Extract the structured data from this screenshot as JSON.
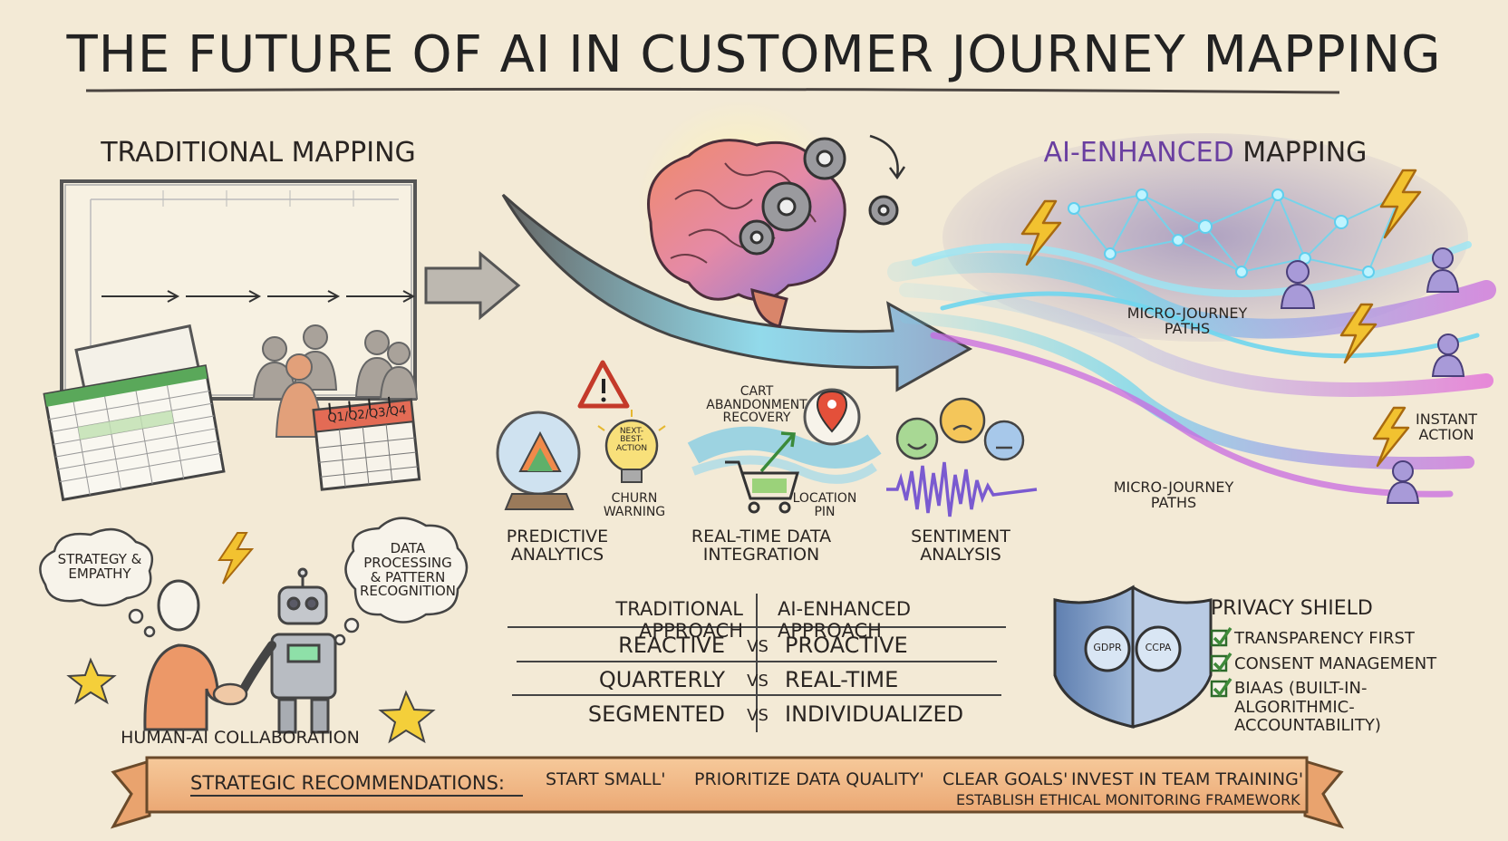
{
  "title": "THE FUTURE OF AI IN CUSTOMER JOURNEY MAPPING",
  "traditional": {
    "heading": "TRADITIONAL MAPPING",
    "calendar_label": "Q1/Q2/Q3/Q4"
  },
  "ai_enhanced": {
    "heading_accent": "AI-ENHANCED",
    "heading_rest": " MAPPING",
    "micro_paths_top": "MICRO-JOURNEY PATHS",
    "micro_paths_bottom": "MICRO-JOURNEY PATHS",
    "instant_action": "INSTANT ACTION"
  },
  "capabilities": {
    "predictive": {
      "label": "PREDICTIVE ANALYTICS",
      "bulb": "NEXT-BEST-ACTION",
      "churn": "CHURN WARNING"
    },
    "realtime": {
      "label": "REAL-TIME DATA INTEGRATION",
      "cart": "CART ABANDONMENT RECOVERY",
      "pin": "LOCATION PIN"
    },
    "sentiment": {
      "label": "SENTIMENT ANALYSIS"
    }
  },
  "collaboration": {
    "label": "HUMAN-AI COLLABORATION",
    "human_thought": "STRATEGY & EMPATHY",
    "ai_thought": "DATA PROCESSING & PATTERN RECOGNITION"
  },
  "comparison": {
    "left_header": "TRADITIONAL APPROACH",
    "right_header": "AI-ENHANCED APPROACH",
    "vs_label": "VS",
    "rows": [
      {
        "left": "REACTIVE",
        "right": "PROACTIVE"
      },
      {
        "left": "QUARTERLY",
        "right": "REAL-TIME"
      },
      {
        "left": "SEGMENTED",
        "right": "INDIVIDUALIZED"
      }
    ]
  },
  "privacy": {
    "title": "PRIVACY SHIELD",
    "badges": [
      "GDPR",
      "CCPA"
    ],
    "items": [
      "TRANSPARENCY FIRST",
      "CONSENT MANAGEMENT",
      "BIAAS (BUILT-IN-ALGORITHMIC-ACCOUNTABILITY)"
    ]
  },
  "recommendations": {
    "label": "STRATEGIC RECOMMENDATIONS:",
    "items": [
      "START SMALL'",
      "PRIORITIZE DATA QUALITY'",
      "CLEAR GOALS'",
      "INVEST IN TEAM TRAINING'",
      "ESTABLISH ETHICAL MONITORING FRAMEWORK"
    ]
  },
  "colors": {
    "paper": "#f3ead6",
    "ink": "#2a2522",
    "accent_purple": "#6a3fa0",
    "banner": "#f2b682",
    "check_green": "#3f8a3a",
    "stream_cyan": "#5ee0f0",
    "stream_magenta": "#e46bd6",
    "bolt_yellow": "#f2c230"
  },
  "icons": [
    "brain-icon",
    "gear-icon",
    "warning-icon",
    "crystal-ball-icon",
    "lightbulb-icon",
    "cart-icon",
    "location-pin-icon",
    "emoji-icon",
    "soundwave-icon",
    "robot-icon",
    "handshake-icon",
    "lightning-icon",
    "shield-icon",
    "checkbox-icon",
    "calendar-icon",
    "spreadsheet-icon",
    "people-icon",
    "star-icon",
    "arrow-icon"
  ]
}
